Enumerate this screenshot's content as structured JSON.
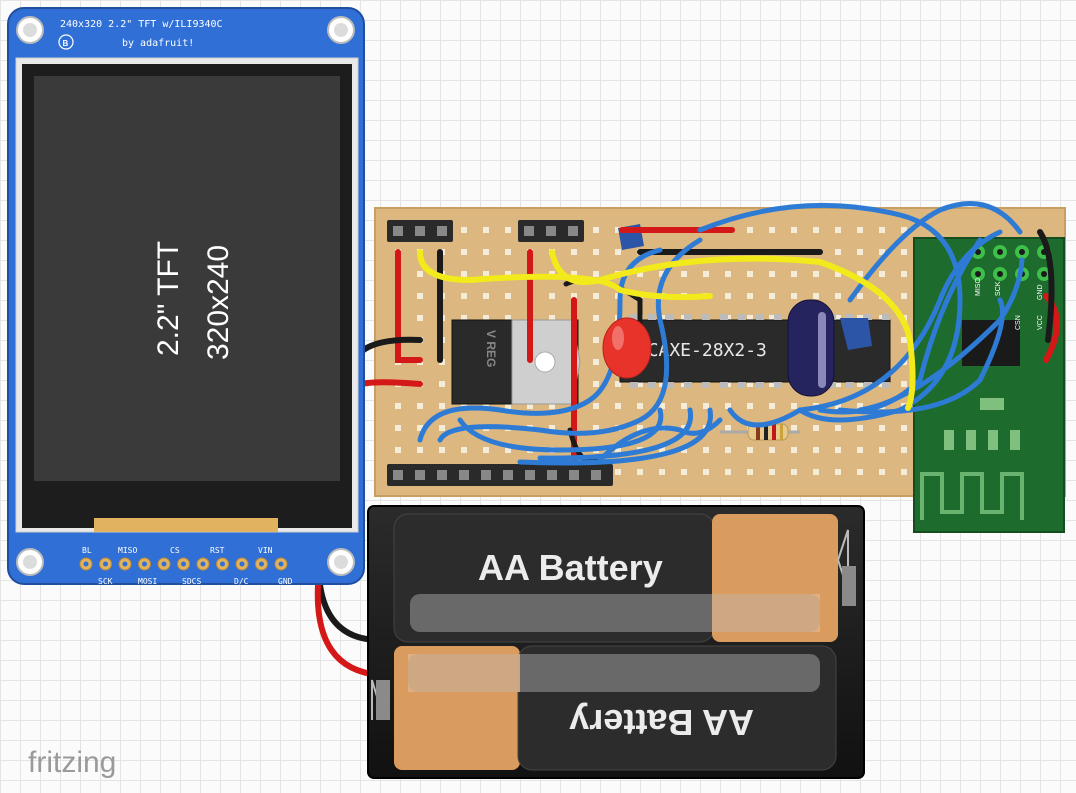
{
  "app": {
    "watermark": "fritzing"
  },
  "tft": {
    "header_line1": "240x320 2.2\" TFT w/ILI9340C",
    "header_line2": "by adafruit!",
    "screen_line1": "2.2\" TFT",
    "screen_line2": "320x240",
    "badge": "B",
    "pins_top": [
      "BL",
      "MISO",
      "CS",
      "RST",
      "VIN"
    ],
    "pins_bottom": [
      "SCK",
      "MOSI",
      "SDCS",
      "D/C",
      "GND"
    ]
  },
  "regulator": {
    "label": "V REG"
  },
  "chip": {
    "label": "PICAXE-28X2-3"
  },
  "radio": {
    "pins": [
      "MISO",
      "SCK",
      "CSN",
      "VCC",
      "GND"
    ]
  },
  "battery": {
    "top_label": "AA Battery",
    "bottom_label": "AA Battery"
  },
  "colors": {
    "board_blue": "#2f6fd6",
    "stripboard": "#dcb77f",
    "radio_green": "#1e6b2e",
    "wire_blue": "#2e7bd6",
    "wire_yellow": "#f2ea1b",
    "wire_red": "#d41818",
    "wire_black": "#1a1a1a",
    "led_red": "#e8332b",
    "cell_copper": "#d99b5e"
  }
}
